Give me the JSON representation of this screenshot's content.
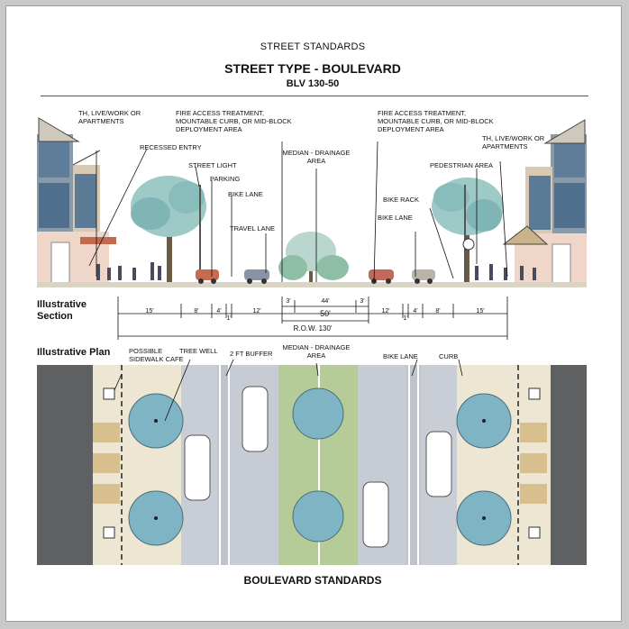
{
  "header": {
    "title": "STREET STANDARDS",
    "street_type": "STREET TYPE - BOULEVARD",
    "code": "BLV  130-50"
  },
  "section_labels": {
    "th_left": "TH, LIVE/WORK OR\nAPARTMENTS",
    "recessed_entry": "RECESSED ENTRY",
    "street_light": "STREET LIGHT",
    "parking": "PARKING",
    "bike_lane_left": "BIKE LANE",
    "travel_lane": "TRAVEL LANE",
    "fire_left": "FIRE ACCESS TREATMENT,\nMOUNTABLE CURB, OR MID-BLOCK\nDEPLOYMENT AREA",
    "median": "MEDIAN - DRAINAGE\nAREA",
    "fire_right": "FIRE ACCESS TREATMENT,\nMOUNTABLE CURB, OR MID-BLOCK\nDEPLOYMENT AREA",
    "th_right": "TH, LIVE/WORK OR\nAPARTMENTS",
    "pedestrian_area": "PEDESTRIAN AREA",
    "bike_rack": "BIKE RACK",
    "bike_lane_right": "BIKE LANE"
  },
  "side_titles": {
    "section": "Illustrative\nSection",
    "plan": "Illustrative Plan"
  },
  "dimensions": {
    "left_walk": "15'",
    "left_parking": "8'",
    "left_bike": "4'",
    "left_buffer": "1'",
    "left_travel": "12'",
    "median_edge_left": "3'",
    "median_inner": "44'",
    "median_edge_right": "3'",
    "median_total": "50'",
    "right_travel": "12'",
    "right_buffer": "1'",
    "right_bike": "4'",
    "right_parking": "8'",
    "right_walk": "15'",
    "row": "R.O.W. 130'"
  },
  "plan_labels": {
    "sidewalk_cafe": "POSSIBLE\nSIDEWALK CAFE",
    "tree_well": "TREE WELL",
    "buffer": "2 FT BUFFER",
    "median": "MEDIAN - DRAINAGE\nAREA",
    "bike_lane": "BIKE LANE",
    "curb": "CURB"
  },
  "footer": {
    "title": "BOULEVARD STANDARDS"
  },
  "colors": {
    "building": "#5e6062",
    "sidewalk": "#e9e3cf",
    "road": "#c8ccd4",
    "median": "#b6cc98",
    "tree_canopy": "#7fb4c4",
    "planter": "#d8bf8e",
    "background": "#c9c9c9"
  }
}
